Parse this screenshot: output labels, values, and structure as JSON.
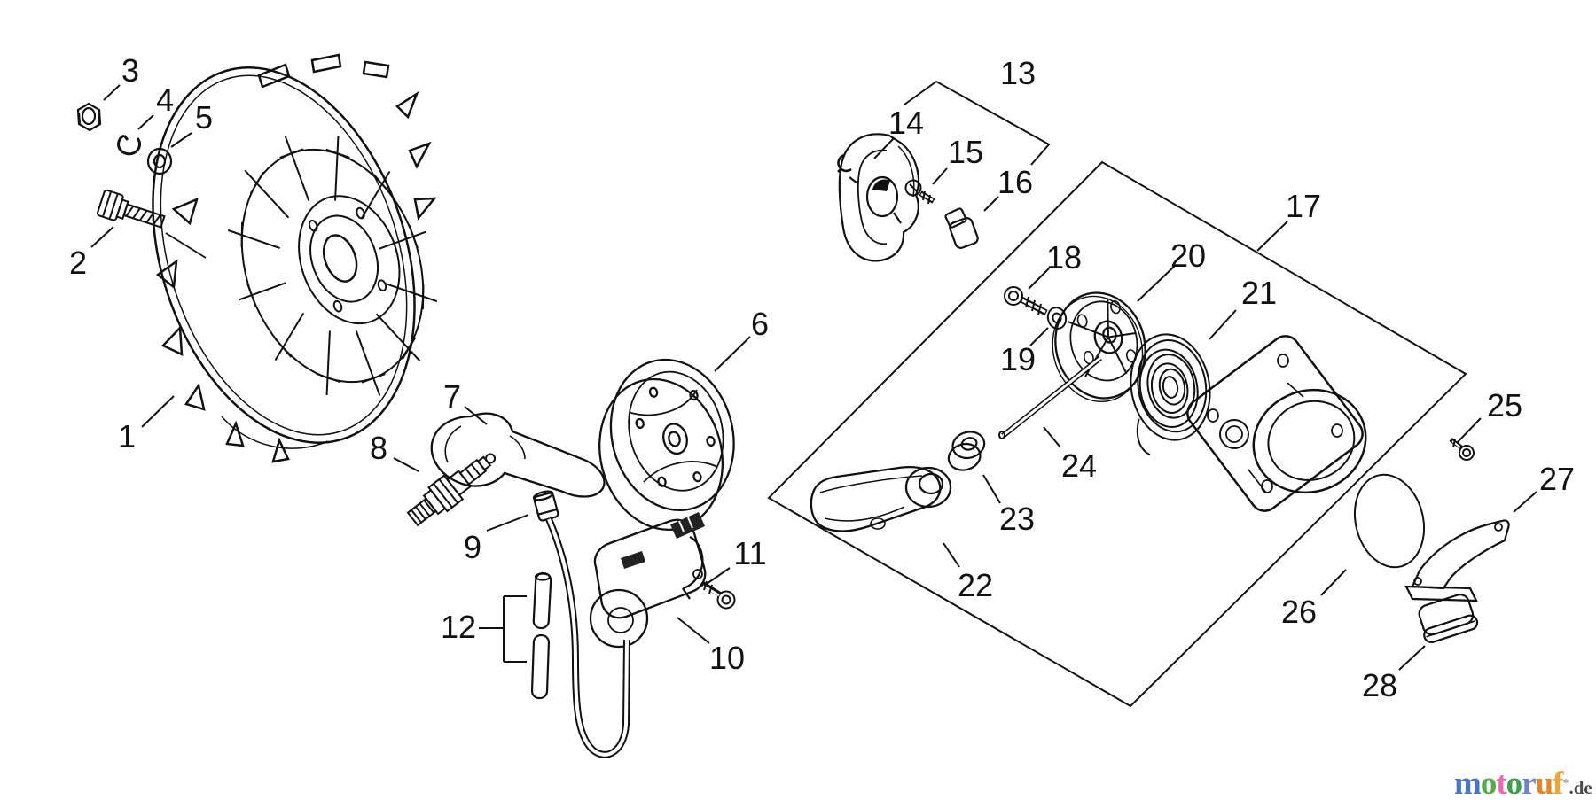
{
  "canvas": {
    "background": "#ffffff",
    "line_color": "#111111"
  },
  "callouts": [
    "1",
    "2",
    "3",
    "4",
    "5",
    "6",
    "7",
    "8",
    "9",
    "10",
    "11",
    "12",
    "13",
    "14",
    "15",
    "16",
    "17",
    "18",
    "19",
    "20",
    "21",
    "22",
    "23",
    "24",
    "25",
    "26",
    "27",
    "28"
  ],
  "watermark": {
    "word": [
      {
        "ch": "m",
        "color": "#4a74c4"
      },
      {
        "ch": "o",
        "color": "#55a94f"
      },
      {
        "ch": "t",
        "color": "#e86bb0"
      },
      {
        "ch": "o",
        "color": "#3f9e4c"
      },
      {
        "ch": "r",
        "color": "#7282c8"
      },
      {
        "ch": "u",
        "color": "#e2862c"
      },
      {
        "ch": "f",
        "color": "#eda63a"
      }
    ],
    "asterisk": "*",
    "suffix": ".de",
    "suffix_color": "#4a4a4a"
  }
}
